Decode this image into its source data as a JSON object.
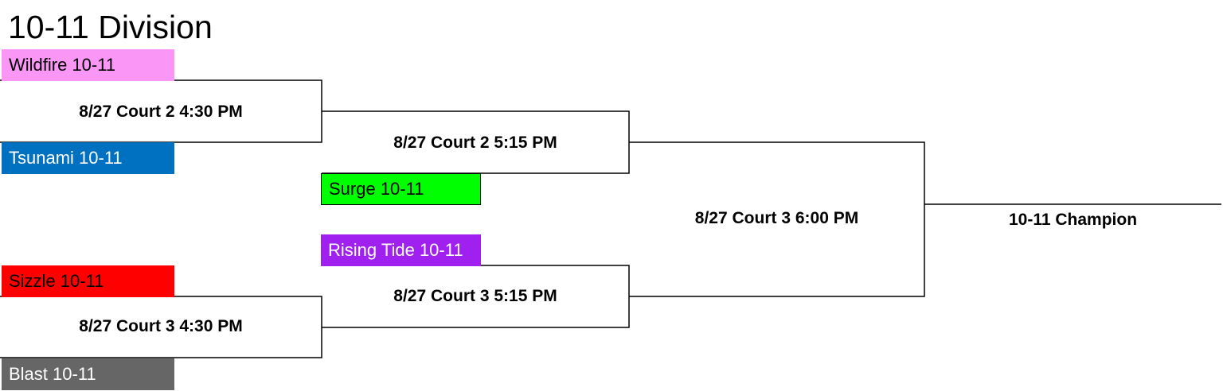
{
  "title": "10-11 Division",
  "teams": {
    "wildfire": {
      "name": "Wildfire 10-11",
      "color": "#FA96F5",
      "text_color": "#000000"
    },
    "tsunami": {
      "name": "Tsunami 10-11",
      "color": "#0070C0",
      "text_color": "#FFFFFF"
    },
    "surge": {
      "name": "Surge 10-11",
      "color": "#00FF00",
      "text_color": "#000000"
    },
    "rising_tide": {
      "name": "Rising Tide 10-11",
      "color": "#A020F0",
      "text_color": "#FFFFFF"
    },
    "sizzle": {
      "name": "Sizzle 10-11",
      "color": "#FF0000",
      "text_color": "#000000"
    },
    "blast": {
      "name": "Blast 10-11",
      "color": "#666666",
      "text_color": "#FFFFFF"
    }
  },
  "games": {
    "round1_top": "8/27 Court 2 4:30 PM",
    "round2_top": "8/27 Court 2 5:15 PM",
    "final": "8/27 Court 3 6:00 PM",
    "round2_bottom": "8/27 Court 3 5:15 PM",
    "round1_bottom": "8/27 Court 3 4:30 PM"
  },
  "champion": "10-11 Champion"
}
